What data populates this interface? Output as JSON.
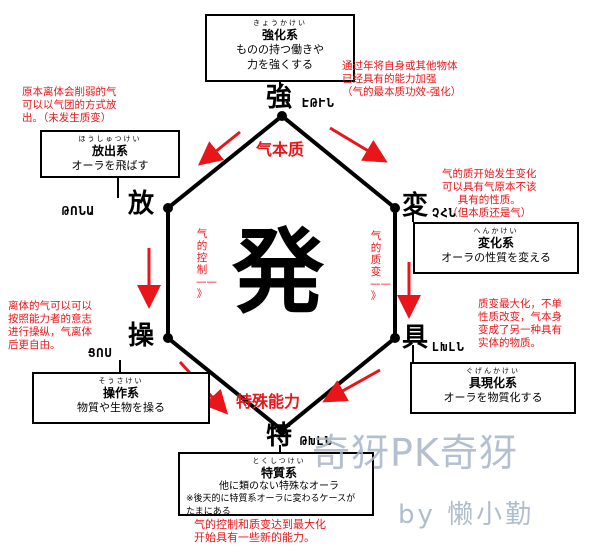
{
  "boxes": {
    "enhancement": {
      "ruby": "きょうかけい",
      "title": "強化系",
      "line1": "ものの持つ働きや",
      "line2": "力を強くする"
    },
    "emission": {
      "ruby": "ほうしゅつけい",
      "title": "放出系",
      "line1": "オーラを飛ばす"
    },
    "transmutation": {
      "ruby": "へんかけい",
      "title": "変化系",
      "line1": "オーラの性質を変える"
    },
    "manipulation": {
      "ruby": "そうさけい",
      "title": "操作系",
      "line1": "物質や生物を操る"
    },
    "conjuration": {
      "ruby": "ぐげんかけい",
      "title": "具現化系",
      "line1": "オーラを物質化する"
    },
    "specialization": {
      "ruby": "とくしつけい",
      "title": "特質系",
      "line1": "他に類のない特殊なオーラ",
      "line2": "※後天的に特質系オーラに変わるケースが",
      "line3": "たまにある"
    }
  },
  "nodes": {
    "top": "強",
    "upper_left": "放",
    "upper_right": "変",
    "lower_left": "操",
    "lower_right": "具",
    "bottom": "特",
    "center": "発"
  },
  "glyphs": {
    "top": "ԷԹՒՆ",
    "upper_left": "ԹՈՆԱ",
    "upper_right": "ՉՀՆ",
    "lower_left": "ՑՈՍ",
    "lower_right": "ԼԽԼՆ",
    "bottom": "ԹԽԼՆ"
  },
  "labels": {
    "top_red": "气本质",
    "bottom_red": "特殊能力",
    "left_vertical": [
      "气",
      "的",
      "控",
      "制",
      "——",
      "》"
    ],
    "right_vertical": [
      "气",
      "的",
      "质",
      "变",
      "——",
      "》"
    ]
  },
  "notes": {
    "top_right": [
      "通过年将自身或其他物体",
      "已经具有的能力加强",
      "（气的最本质功效-强化）"
    ],
    "top_left": [
      "原本离体会削弱的气",
      "可以以气团的方式放",
      "出。（未发生质变）"
    ],
    "right": [
      "气的质开始发生变化",
      "可以具有气原本不该",
      "具有的性质。",
      "（但本质还是气）"
    ],
    "left": [
      "离体的气可以可以",
      "按照能力者的意志",
      "进行操纵，气离体",
      "后更自由。"
    ],
    "lower_right": [
      "质变最大化，不单",
      "性质改变，气本身",
      "变成了另一种具有",
      "实体的物质。"
    ],
    "bottom": [
      "气的控制和质变达到最大化",
      "开始具有一些新的能力。"
    ]
  },
  "watermark": "奇犽PK奇犽",
  "signature": "by 懒小勤",
  "colors": {
    "annotation": "#e8161b",
    "watermark": "#a8b6c8",
    "line": "#000000"
  }
}
